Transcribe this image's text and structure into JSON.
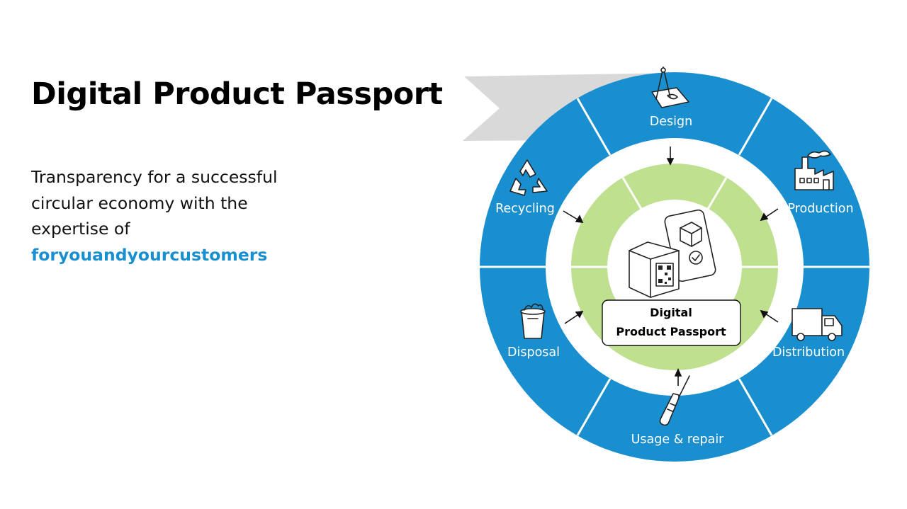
{
  "title": "Digital Product Passport",
  "intro": {
    "text": "Transparency for a successful circular economy with the expertise of",
    "brand": "foryouandyourcustomers"
  },
  "diagram": {
    "center": {
      "line1": "Digital",
      "line2": "Product Passport",
      "icons": [
        "box-qr-icon",
        "smartphone-check-icon"
      ]
    },
    "stages": [
      {
        "label": "Design",
        "icon": "compass-design-icon"
      },
      {
        "label": "Production",
        "icon": "factory-icon"
      },
      {
        "label": "Distribution",
        "icon": "truck-icon"
      },
      {
        "label": "Usage & repair",
        "icon": "screwdriver-icon"
      },
      {
        "label": "Disposal",
        "icon": "trash-bin-icon"
      },
      {
        "label": "Recycling",
        "icon": "recycle-icon"
      }
    ],
    "colors": {
      "outer_ring": "#1a8fd0",
      "inner_ring": "#bfe08f",
      "ribbon": "#d9d9d9",
      "brand_text": "#1a8fd0"
    }
  }
}
